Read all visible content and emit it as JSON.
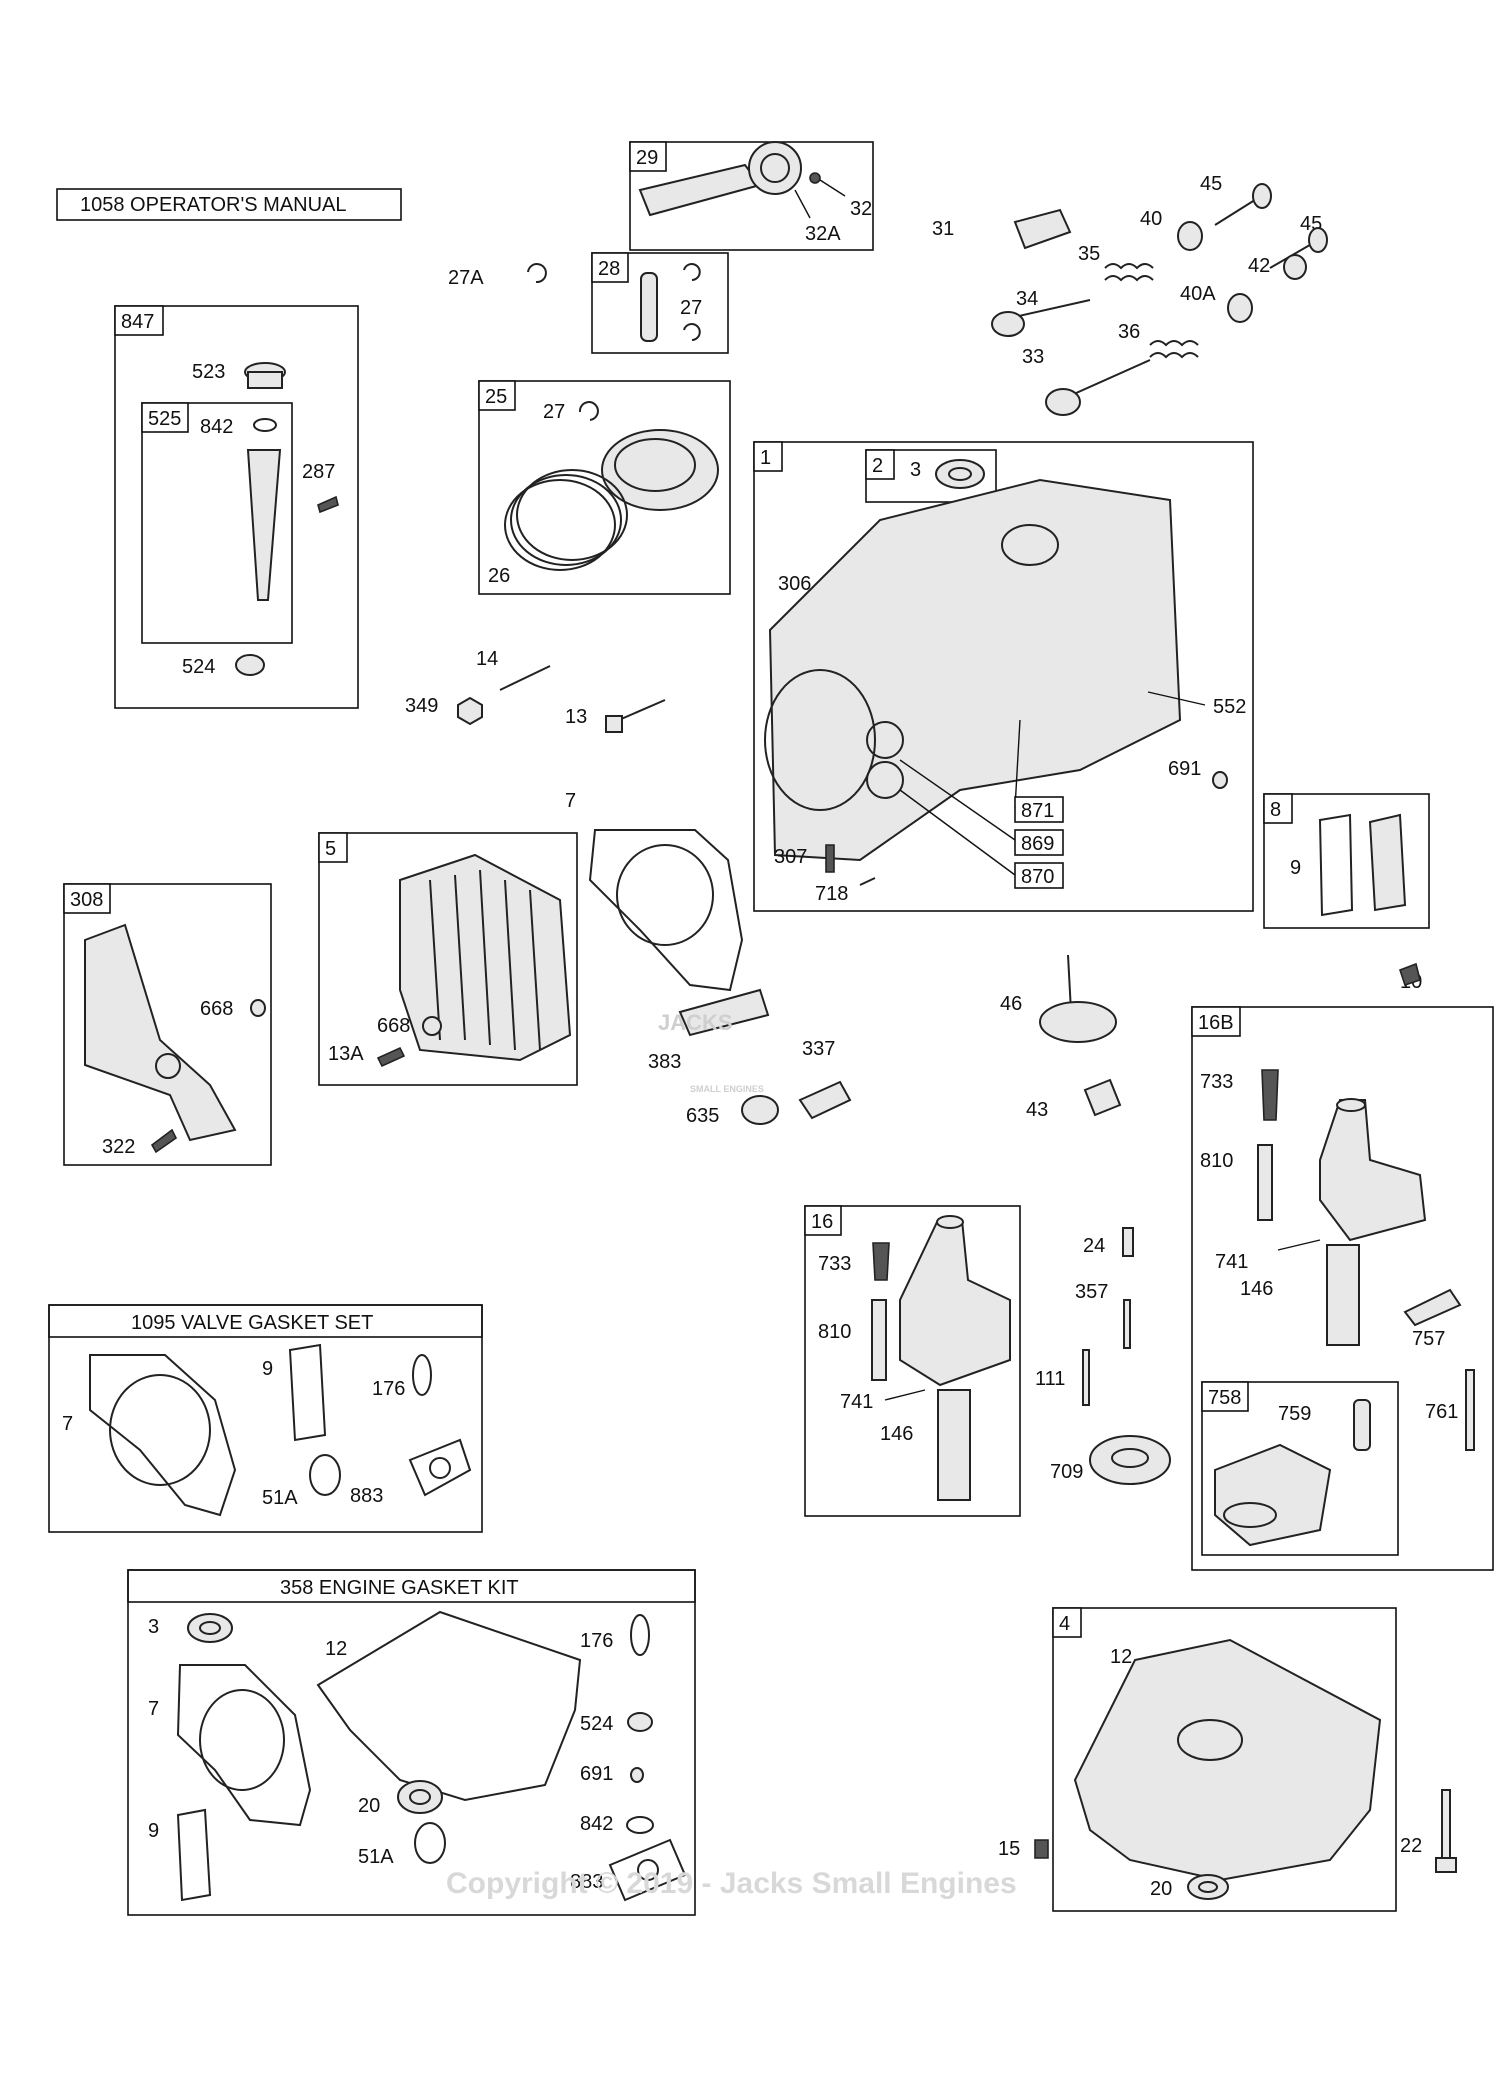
{
  "manual_label": "1058 OPERATOR'S MANUAL",
  "watermark": "Copyright © 2019 - Jacks Small Engines",
  "logo": {
    "text": "JACKS",
    "subtext": "SMALL ENGINES"
  },
  "kit_titles": {
    "valve_gasket_set": "1095 VALVE GASKET SET",
    "engine_gasket_kit": "358 ENGINE GASKET KIT"
  },
  "group_tags": {
    "g1": "1",
    "g2": "2",
    "g4": "4",
    "g5": "5",
    "g8": "8",
    "g16": "16",
    "g16b": "16B",
    "g25": "25",
    "g28": "28",
    "g29": "29",
    "g308": "308",
    "g525": "525",
    "g758": "758",
    "g847": "847"
  },
  "callouts": {
    "c29_32": "32",
    "c29_32a": "32A",
    "c27a": "27A",
    "c28_27": "27",
    "c31": "31",
    "c45a": "45",
    "c40": "40",
    "c45b": "45",
    "c35": "35",
    "c42": "42",
    "c34": "34",
    "c40a": "40A",
    "c36": "36",
    "c33": "33",
    "c523": "523",
    "c842": "842",
    "c287": "287",
    "c524": "524",
    "c25_27": "27",
    "c26": "26",
    "c3": "3",
    "c306": "306",
    "c552": "552",
    "c691": "691",
    "c871": "871",
    "c869": "869",
    "c870": "870",
    "c307": "307",
    "c718": "718",
    "c14": "14",
    "c349": "349",
    "c13": "13",
    "c7": "7",
    "c8_9": "9",
    "c10": "10",
    "c668a": "668",
    "c322": "322",
    "c13a": "13A",
    "c668b": "668",
    "c383": "383",
    "c337": "337",
    "c635": "635",
    "c46": "46",
    "c43": "43",
    "c16b_733": "733",
    "c16b_810": "810",
    "c16b_741": "741",
    "c16b_146": "146",
    "c757": "757",
    "c761": "761",
    "c759": "759",
    "c16_733": "733",
    "c16_810": "810",
    "c16_741": "741",
    "c16_146": "146",
    "c24": "24",
    "c357": "357",
    "c111": "111",
    "c709": "709",
    "v7": "7",
    "v9": "9",
    "v176": "176",
    "v51a": "51A",
    "v883": "883",
    "k3": "3",
    "k12": "12",
    "k176": "176",
    "k7": "7",
    "k524": "524",
    "k691": "691",
    "k20": "20",
    "k842": "842",
    "k9": "9",
    "k51a": "51A",
    "k883": "883",
    "c4_12": "12",
    "c15": "15",
    "c22": "22",
    "c4_20": "20"
  }
}
